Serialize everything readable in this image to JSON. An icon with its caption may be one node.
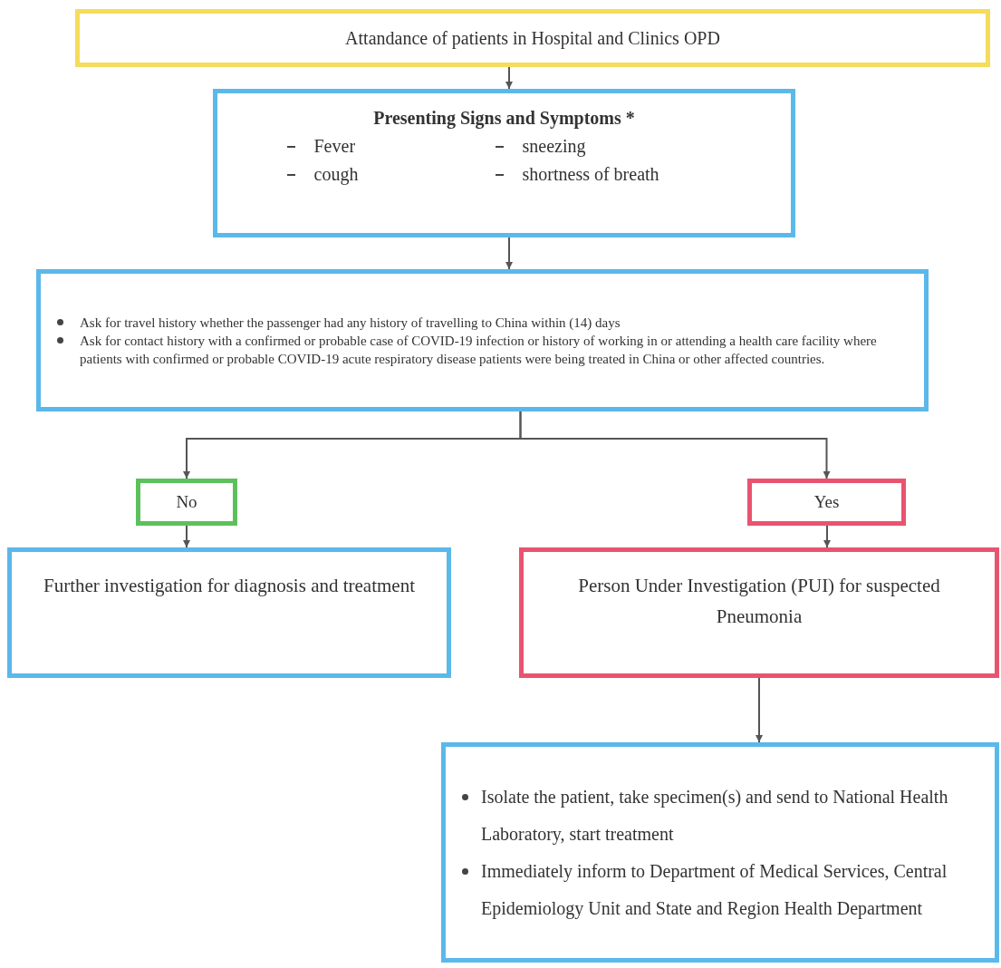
{
  "diagram": {
    "nodes": [
      {
        "text": [
          "Attandance of patients in Hospital and Clinics OPD"
        ]
      },
      {
        "text": [
          "Presenting Signs and Symptoms *",
          "Fever",
          "sneezing",
          "cough",
          "shortness of breath"
        ]
      },
      {
        "text": [
          "Ask for travel history whether the passenger had any history of travelling to China within (14) days",
          "Ask for contact history with a confirmed or probable case of COVID-19 infection or history of working in or attending a health care facility where patients with confirmed or probable COVID-19 acute respiratory disease patients were being treated in China or other affected countries."
        ]
      },
      {
        "text": [
          "No"
        ]
      },
      {
        "text": [
          "Yes"
        ]
      },
      {
        "text": [
          "Further investigation for diagnosis and treatment"
        ]
      },
      {
        "text": [
          "Person Under Investigation (PUI) for suspected Pneumonia"
        ]
      },
      {
        "text": [
          "Isolate the patient, take specimen(s) and send to National Health Laboratory, start treatment",
          "Immediately inform to Department of Medical Services, Central Epidemiology Unit and State and Region Health Department"
        ]
      }
    ],
    "edges": [
      {
        "from": 0,
        "to": 1,
        "arrow": "to"
      },
      {
        "from": 1,
        "to": 2,
        "arrow": "to"
      },
      {
        "from": 2,
        "to": 3,
        "arrow": "to"
      },
      {
        "from": 2,
        "to": 4,
        "arrow": "to"
      },
      {
        "from": 3,
        "to": 5,
        "arrow": "to"
      },
      {
        "from": 4,
        "to": 6,
        "arrow": "to"
      },
      {
        "from": 6,
        "to": 7,
        "arrow": "to"
      }
    ]
  }
}
